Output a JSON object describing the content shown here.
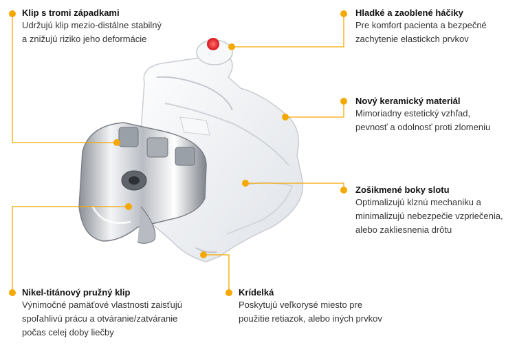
{
  "callouts": {
    "clip": {
      "title": "Klip s tromi západkami",
      "lines": [
        "Udržujú klip mezio-distálne stabilný",
        "a znižujú riziko jeho deformácie"
      ]
    },
    "hooks": {
      "title": "Hladké a zaoblené háčiky",
      "lines": [
        "Pre komfort pacienta a bezpečné",
        "zachytenie elastickch prvkov"
      ]
    },
    "ceramic": {
      "title": "Nový keramický materiál",
      "lines": [
        "Mimoriadny estetický vzhľad,",
        "pevnosť a odolnosť proti zlomeniu"
      ]
    },
    "slot": {
      "title": "Zošikmené boky slotu",
      "lines": [
        "Optimalizujú klznú mechaniku a",
        "minimalizujú nebezpečie vzpriečenia,",
        "alebo  zakliesnenia drôtu"
      ]
    },
    "niti": {
      "title": "Nikel-titánový pružný klip",
      "lines": [
        "Výnimočné pamäťové vlastnosti zaisťujú",
        "spoľahlivú prácu a otváranie/zatváranie",
        "počas celej doby liečby"
      ]
    },
    "wings": {
      "title": "Krídelká",
      "lines": [
        "Poskytujú veľkorysé miesto pre",
        "použitie retiazok, alebo iných prvkov"
      ]
    }
  },
  "colors": {
    "accent": "#f5a800",
    "marker": "#e0242b",
    "metal": "#c9ccd1",
    "ceramic": "#eef0f3"
  }
}
